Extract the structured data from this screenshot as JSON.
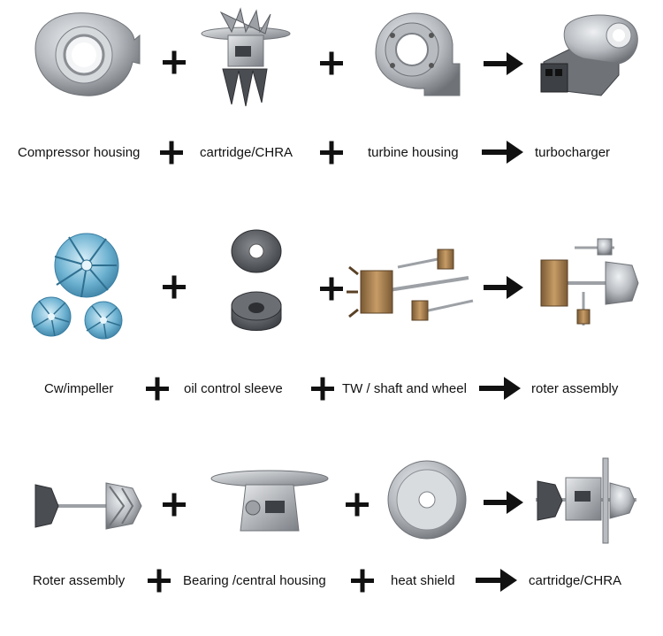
{
  "rows": [
    {
      "labels": [
        "Compressor housing",
        "cartridge/CHRA",
        "turbine housing",
        "turbocharger"
      ]
    },
    {
      "labels": [
        "Cw/impeller",
        "oil control sleeve",
        "TW / shaft and wheel",
        "roter assembly"
      ]
    },
    {
      "labels": [
        "Roter assembly",
        "Bearing /central housing",
        "heat shield",
        "cartridge/CHRA"
      ]
    }
  ],
  "icons": {
    "plus": "plus-icon",
    "arrow": "arrow-right-icon"
  },
  "colors": {
    "metal_light": "#c9ccd0",
    "metal_dark": "#6f7378",
    "impeller_blue": "#6fb3d2",
    "bronze": "#b08a5a",
    "operator": "#111111"
  }
}
